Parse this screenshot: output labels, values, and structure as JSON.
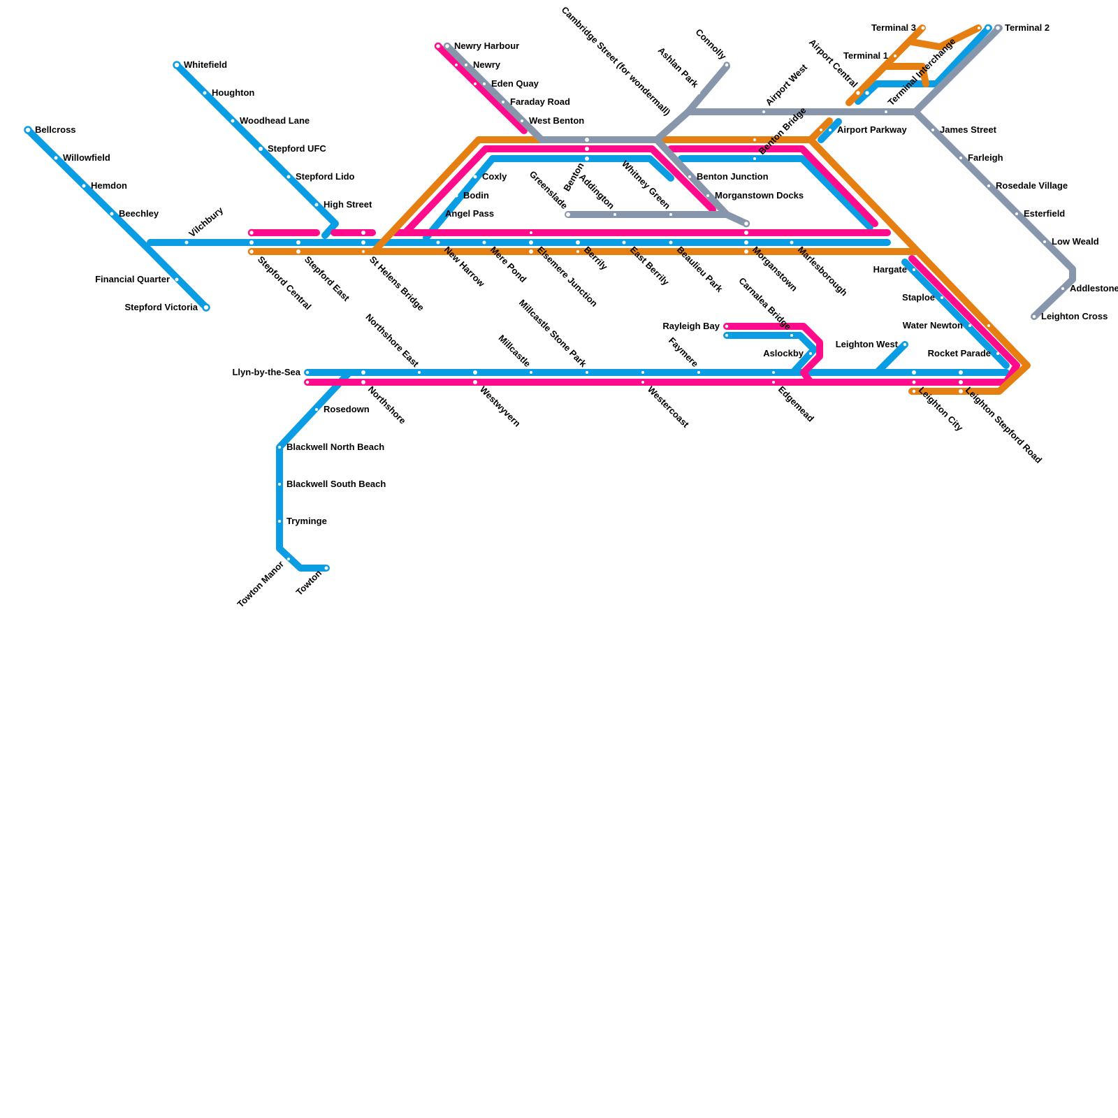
{
  "lines": [
    {
      "id": "blue",
      "color": "#0b9de3"
    },
    {
      "id": "pink",
      "color": "#ff0b8c"
    },
    {
      "id": "orange",
      "color": "#e57f11"
    },
    {
      "id": "grey",
      "color": "#8896ab"
    }
  ],
  "stations": {
    "bellcross": "Bellcross",
    "willowfield": "Willowfield",
    "hemdon": "Hemdon",
    "beechley": "Beechley",
    "financial_quarter": "Financial Quarter",
    "stepford_victoria": "Stepford Victoria",
    "vilchbury": "Vilchbury",
    "whitefield": "Whitefield",
    "houghton": "Houghton",
    "woodhead_lane": "Woodhead Lane",
    "stepford_ufc": "Stepford UFC",
    "stepford_lido": "Stepford Lido",
    "high_street": "High Street",
    "stepford_central": "Stepford Central",
    "stepford_east": "Stepford East",
    "st_helens_bridge": "St Helens Bridge",
    "new_harrow": "New Harrow",
    "mere_pond": "Mere Pond",
    "elsemere_junction": "Elsemere Junction",
    "berrily": "Berrily",
    "east_berrily": "East Berrily",
    "beaulieu_park": "Beaulieu Park",
    "morganstown": "Morganstown",
    "marlesborough": "Marlesborough",
    "newry_harbour": "Newry Harbour",
    "newry": "Newry",
    "eden_quay": "Eden Quay",
    "faraday_road": "Faraday Road",
    "west_benton": "West Benton",
    "coxly": "Coxly",
    "bodin": "Bodin",
    "angel_pass": "Angel Pass",
    "benton": "Benton",
    "greenslade": "Greenslade",
    "addington": "Addington",
    "whitney_green": "Whitney Green",
    "cambridge_street": "Cambridge Street (for wondermall)",
    "ashlan_park": "Ashlan Park",
    "connolly": "Connolly",
    "benton_junction": "Benton Junction",
    "morganstown_docks": "Morganstown Docks",
    "airport_west": "Airport West",
    "benton_bridge": "Benton Bridge",
    "airport_central": "Airport Central",
    "terminal_interchange": "Terminal Interchange",
    "terminal_1": "Terminal 1",
    "terminal_3": "Terminal 3",
    "terminal_2": "Terminal 2",
    "airport_parkway": "Airport Parkway",
    "james_street": "James Street",
    "farleigh": "Farleigh",
    "rosedale_village": "Rosedale Village",
    "esterfield": "Esterfield",
    "low_weald": "Low Weald",
    "addlestone": "Addlestone",
    "leighton_cross": "Leighton Cross",
    "hargate": "Hargate",
    "staploe": "Staploe",
    "water_newton": "Water Newton",
    "rocket_parade": "Rocket Parade",
    "leighton_west": "Leighton West",
    "leighton_city": "Leighton City",
    "leighton_stepford_road": "Leighton Stepford Road",
    "carnalea_bridge": "Carnalea Bridge",
    "rayleigh_bay": "Rayleigh Bay",
    "aslockby": "Aslockby",
    "faymere": "Faymere",
    "edgemead": "Edgemead",
    "westercoast": "Westercoast",
    "millcastle_stone_park": "Millcastle Stone Park",
    "millcastle": "Millcastle",
    "westwyvern": "Westwyvern",
    "northshore_east": "Northshore East",
    "northshore": "Northshore",
    "llyn_by_the_sea": "Llyn-by-the-Sea",
    "rosedown": "Rosedown",
    "blackwell_north_beach": "Blackwell North Beach",
    "blackwell_south_beach": "Blackwell South Beach",
    "tryminge": "Tryminge",
    "towton_manor": "Towton Manor",
    "towton": "Towton"
  }
}
